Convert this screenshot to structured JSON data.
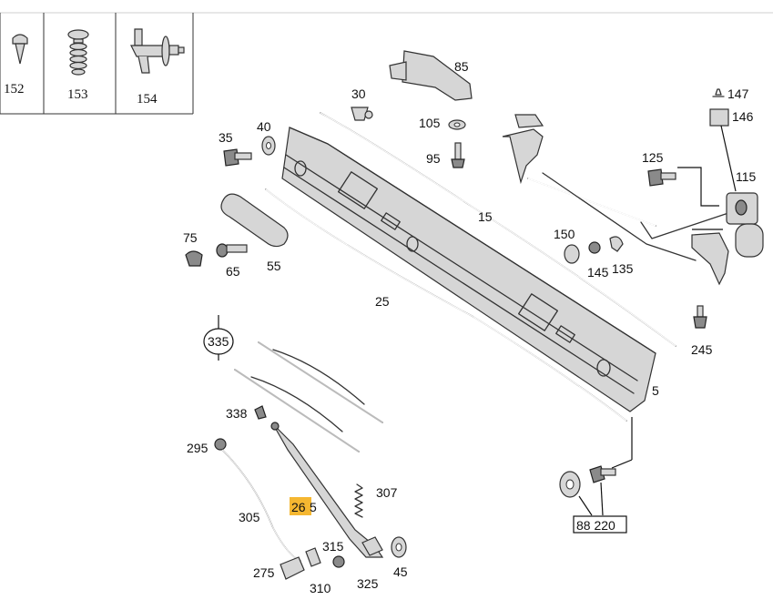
{
  "highlight_color": "#f5b731",
  "small_parts_table": [
    {
      "label": "152",
      "icon": "push-clip-icon"
    },
    {
      "label": "153",
      "icon": "fir-tree-clip-icon"
    },
    {
      "label": "154",
      "icon": "washer-nozzle-icon"
    }
  ],
  "callouts": {
    "p5": "5",
    "p15": "15",
    "p25": "25",
    "p30": "30",
    "p35": "35",
    "p40": "40",
    "p45": "45",
    "p55": "55",
    "p65": "65",
    "p75": "75",
    "p85": "85",
    "p95": "95",
    "p105": "105",
    "p115": "115",
    "p125": "125",
    "p135": "135",
    "p145": "145",
    "p146": "146",
    "p147": "147",
    "p150": "150",
    "p245": "245",
    "p265_highlight": "26",
    "p265_rest": "5",
    "p275": "275",
    "p295": "295",
    "p305": "305",
    "p307": "307",
    "p310": "310",
    "p315": "315",
    "p325": "325",
    "p335": "335",
    "p338": "338",
    "p88_220": "88 220"
  }
}
